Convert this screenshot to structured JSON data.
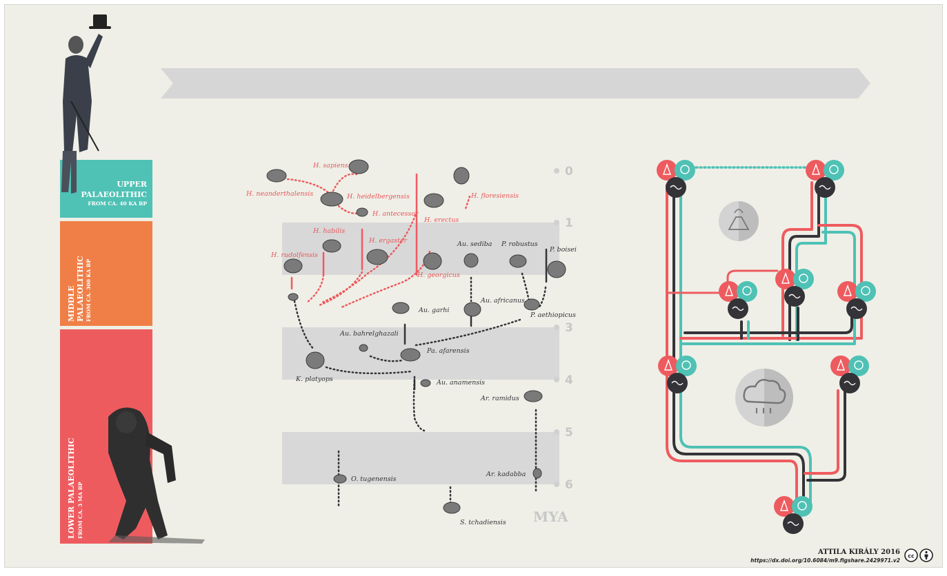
{
  "periods": {
    "upper": {
      "line1": "UPPER",
      "line2": "PALAEOLITHIC",
      "sub": "FROM CA. 40 KA BP",
      "color": "#4fc1b5"
    },
    "middle": {
      "line1": "MIDDLE",
      "line2": "PALAEOLITHIC",
      "sub": "FROM CA. 300 KA BP",
      "color": "#f07f47"
    },
    "lower": {
      "line1": "LOWER PALAEOLITHIC",
      "sub": "FROM CA. 3 MA BP",
      "color": "#ee5b5f"
    }
  },
  "timeline": {
    "ticks": [
      "0",
      "1",
      "3",
      "4",
      "5",
      "6"
    ],
    "unit": "MYA"
  },
  "species": {
    "h_sapiens": "H. sapiens",
    "h_neanderthalensis": "H. neanderthalensis",
    "h_heidelbergensis": "H. heidelbergensis",
    "h_antecessor": "H. antecessor",
    "h_erectus": "H. erectus",
    "h_floresiensis": "H. floresiensis",
    "h_habilis": "H. habilis",
    "h_ergaster": "H. ergaster",
    "h_rudolfensis": "H. rudolfensis",
    "h_georgicus": "H. georgicus",
    "au_sediba": "Au. sediba",
    "p_robustus": "P. robustus",
    "p_boisei": "P. boisei",
    "au_garhi": "Au. garhi",
    "au_africanus": "Au. africanus",
    "p_aethiopicus": "P. aethiopicus",
    "au_bahrelghazali": "Au. bahrelghazali",
    "pa_afarensis": "Pa. afarensis",
    "k_platyops": "K. platyops",
    "au_anamensis": "Au. anamensis",
    "ar_ramidus": "Ar. ramidus",
    "o_tugenensis": "O. tugenensis",
    "ar_kadabba": "Ar. kadabba",
    "s_tchadiensis": "S. tchadiensis"
  },
  "credit": {
    "author": "ATTILA KIRÁLY 2016",
    "url": "https://dx.doi.org/10.6084/m9.figshare.2429971.v2"
  },
  "colors": {
    "background": "#efefe7",
    "red": "#ee5b5f",
    "teal": "#4fc1b5",
    "dark": "#333338",
    "band": "#d8d8d8"
  }
}
